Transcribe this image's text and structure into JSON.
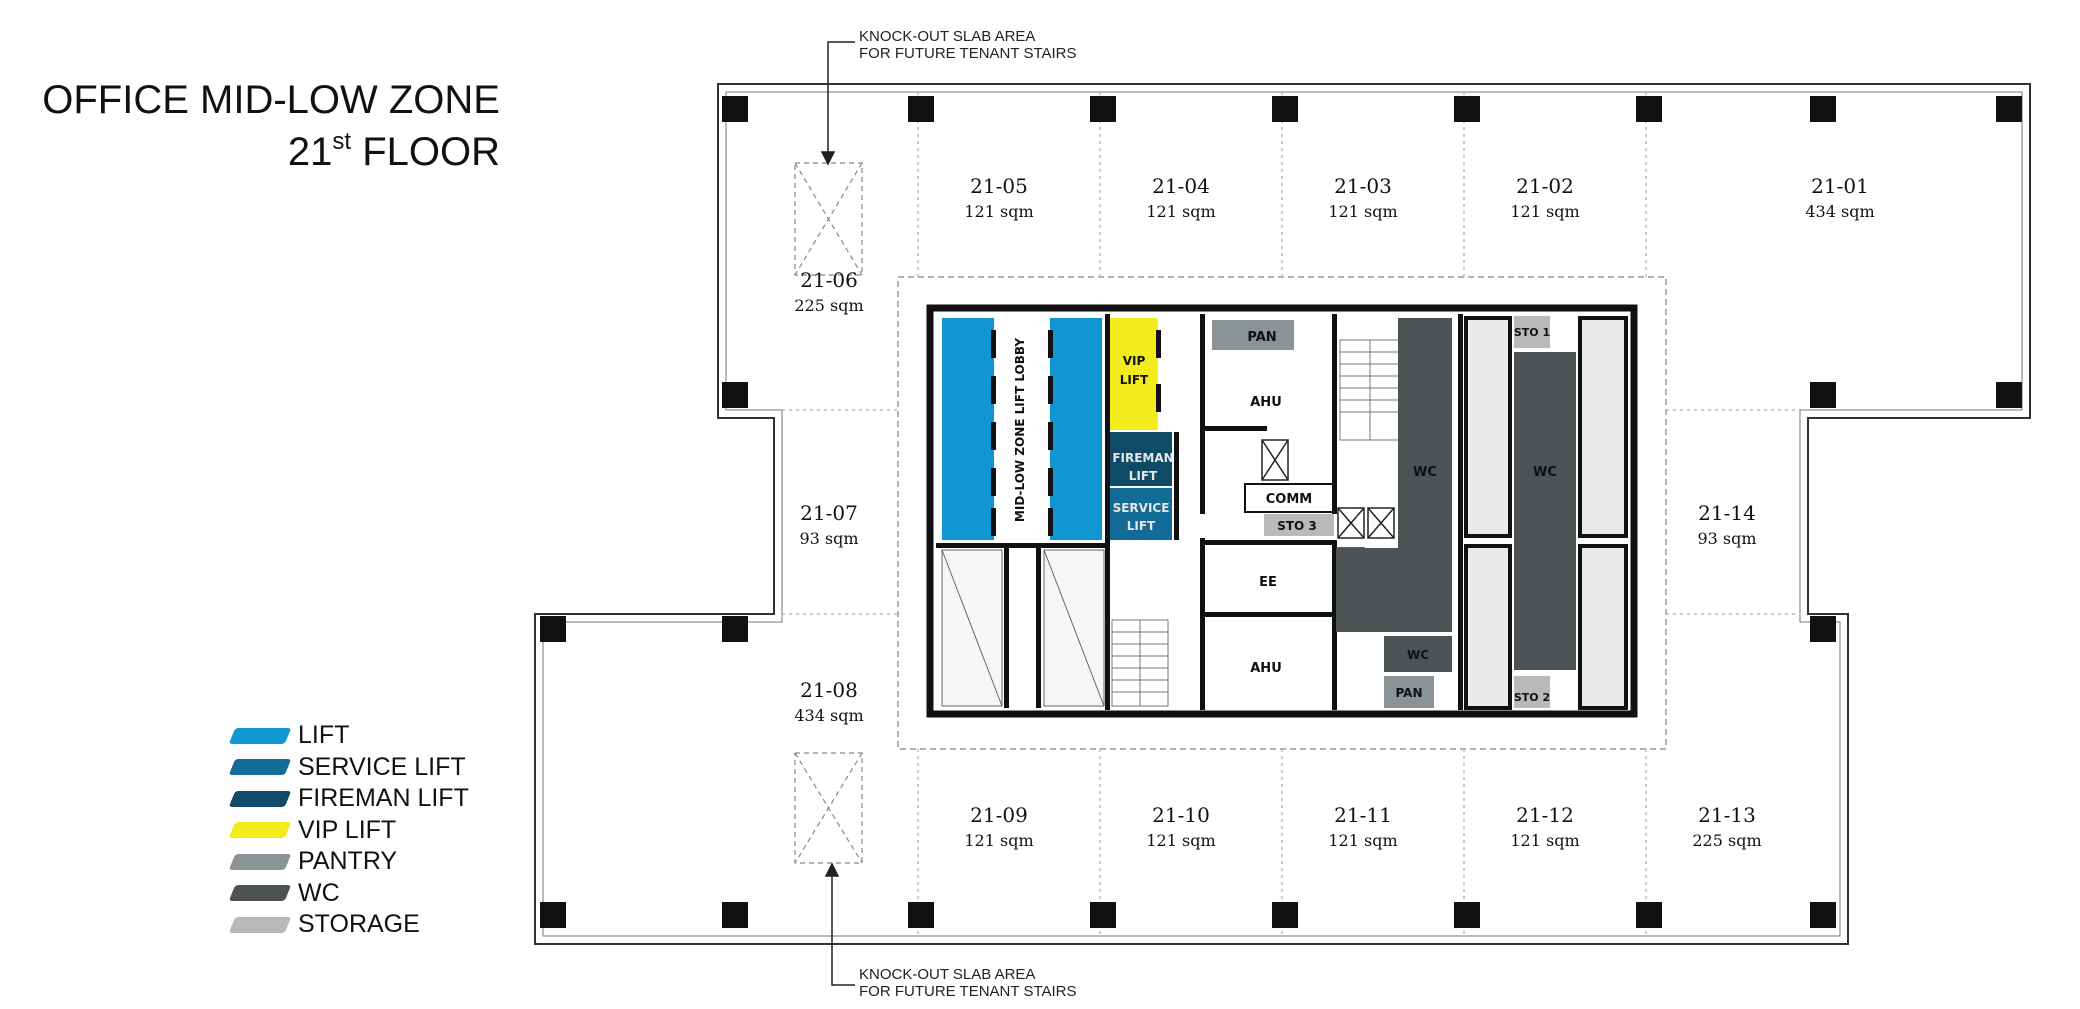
{
  "title": {
    "line1": "OFFICE MID-LOW ZONE",
    "line2_number": "21",
    "line2_suffix": "st",
    "line2_rest": " FLOOR"
  },
  "notes": {
    "top": [
      "KNOCK-OUT SLAB AREA",
      "FOR FUTURE TENANT STAIRS"
    ],
    "bottom": [
      "KNOCK-OUT SLAB AREA",
      "FOR FUTURE TENANT STAIRS"
    ]
  },
  "units": [
    {
      "id": "21-01",
      "area": "434 sqm"
    },
    {
      "id": "21-02",
      "area": "121 sqm"
    },
    {
      "id": "21-03",
      "area": "121 sqm"
    },
    {
      "id": "21-04",
      "area": "121 sqm"
    },
    {
      "id": "21-05",
      "area": "121 sqm"
    },
    {
      "id": "21-06",
      "area": "225 sqm"
    },
    {
      "id": "21-07",
      "area": "93 sqm"
    },
    {
      "id": "21-08",
      "area": "434 sqm"
    },
    {
      "id": "21-09",
      "area": "121 sqm"
    },
    {
      "id": "21-10",
      "area": "121 sqm"
    },
    {
      "id": "21-11",
      "area": "121 sqm"
    },
    {
      "id": "21-12",
      "area": "121 sqm"
    },
    {
      "id": "21-13",
      "area": "225 sqm"
    },
    {
      "id": "21-14",
      "area": "93 sqm"
    }
  ],
  "core": {
    "lobby": "MID-LOW ZONE LIFT LOBBY",
    "vip_lift": [
      "VIP",
      "LIFT"
    ],
    "fireman_lift": [
      "FIREMAN",
      "LIFT"
    ],
    "service_lift": [
      "SERVICE",
      "LIFT"
    ],
    "pan1": "PAN",
    "ahu1": "AHU",
    "comm": "COMM",
    "sto3": "STO 3",
    "ee": "EE",
    "ahu2": "AHU",
    "wc1": "WC",
    "wc2": "WC",
    "wc3": "WC",
    "pan2": "PAN",
    "sto1": "STO 1",
    "sto2": "STO 2"
  },
  "legend": [
    {
      "label": "LIFT",
      "color": "#1196d4"
    },
    {
      "label": "SERVICE LIFT",
      "color": "#136b98"
    },
    {
      "label": "FIREMAN LIFT",
      "color": "#0f4a66"
    },
    {
      "label": "VIP LIFT",
      "color": "#f2ec1b"
    },
    {
      "label": "PANTRY",
      "color": "#8c9396"
    },
    {
      "label": "WC",
      "color": "#4d5254"
    },
    {
      "label": "STORAGE",
      "color": "#b8b9b9"
    }
  ]
}
